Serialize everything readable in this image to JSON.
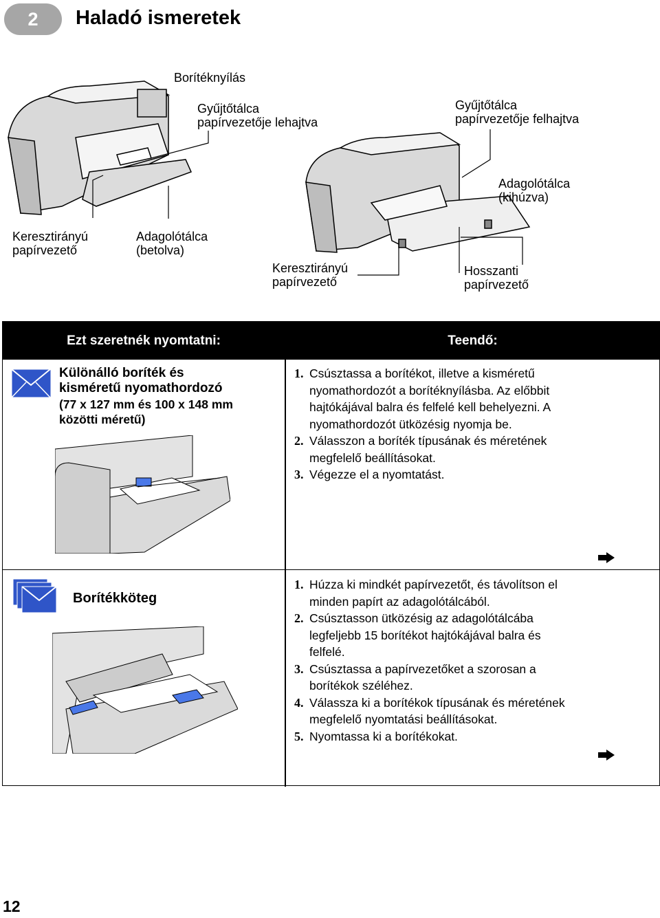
{
  "header": {
    "chapter_number": "2",
    "chapter_title": "Haladó ismeretek"
  },
  "callouts": {
    "envelope_slot": "Borítéknyílás",
    "output_guide_down": [
      "Gyűjtőtálca",
      "papírvezetője lehajtva"
    ],
    "output_guide_up": [
      "Gyűjtőtálca",
      "papírvezetője felhajtva"
    ],
    "in_tray_extended": [
      "Adagolótálca",
      "(kihúzva)"
    ],
    "width_guide_left": [
      "Keresztirányú",
      "papírvezető"
    ],
    "in_tray_retracted": [
      "Adagolótálca",
      "(betolva)"
    ],
    "width_guide_mid": [
      "Keresztirányú",
      "papírvezető"
    ],
    "length_guide": [
      "Hosszanti",
      "papírvezető"
    ]
  },
  "table": {
    "col1_header": "Ezt szeretnék nyomtatni:",
    "col2_header": "Teendő:",
    "row1": {
      "title": [
        "Különálló boríték és",
        "kisméretű nyomathordozó"
      ],
      "subtitle": [
        "(77 x 127 mm és 100 x 148 mm",
        "közötti méretű)"
      ],
      "steps": [
        {
          "n": "1.",
          "lines": [
            "Csúsztassa a borítékot, illetve a kisméretű",
            "nyomathordozót a borítéknyílásba. Az előbbit",
            "hajtókájával balra és felfelé kell behelyezni. A",
            "nyomathordozót ütközésig nyomja be."
          ]
        },
        {
          "n": "2.",
          "lines": [
            "Válasszon a boríték típusának és méretének",
            "megfelelő beállításokat."
          ]
        },
        {
          "n": "3.",
          "lines": [
            "Végezze el a nyomtatást."
          ]
        }
      ]
    },
    "row2": {
      "title": "Borítékköteg",
      "steps": [
        {
          "n": "1.",
          "lines": [
            "Húzza ki mindkét papírvezetőt, és távolítson el",
            "minden papírt az adagolótálcából."
          ]
        },
        {
          "n": "2.",
          "lines": [
            "Csúsztasson ütközésig az adagolótálcába",
            "legfeljebb 15 borítékot hajtókájával balra és",
            "felfelé."
          ]
        },
        {
          "n": "3.",
          "lines": [
            "Csúsztassa a papírvezetőket a szorosan a",
            "borítékok széléhez."
          ]
        },
        {
          "n": "4.",
          "lines": [
            "Válassza ki a borítékok típusának és méretének",
            "megfelelő nyomtatási beállításokat."
          ]
        },
        {
          "n": "5.",
          "lines": [
            "Nyomtassa ki a borítékokat."
          ]
        }
      ]
    }
  },
  "footer": {
    "page_number": "12"
  },
  "icons": {
    "envelope": "envelope-icon",
    "envelope_stack": "envelope-stack-icon",
    "continue_arrow": "continue-arrow-icon"
  }
}
